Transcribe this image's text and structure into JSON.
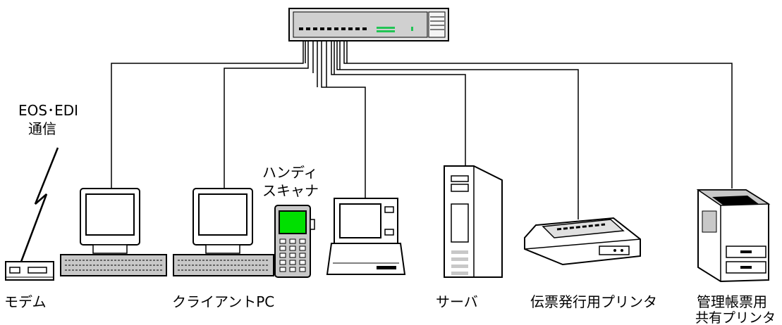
{
  "labels": {
    "comm_line1": "EOS･EDI",
    "comm_line2": "通信",
    "handy_line1": "ハンディ",
    "handy_line2": "スキャナ",
    "modem": "モデム",
    "client_pc": "クライアントPC",
    "server": "サーバ",
    "slip_printer": "伝票発行用プリンタ",
    "shared_printer_line1": "管理帳票用",
    "shared_printer_line2": "共有プリンタ"
  },
  "colors": {
    "line": "#000000",
    "device_fill": "#ffffff",
    "device_gray": "#c8c8c8",
    "screen_green": "#00e000",
    "hub_green": "#22c455"
  }
}
